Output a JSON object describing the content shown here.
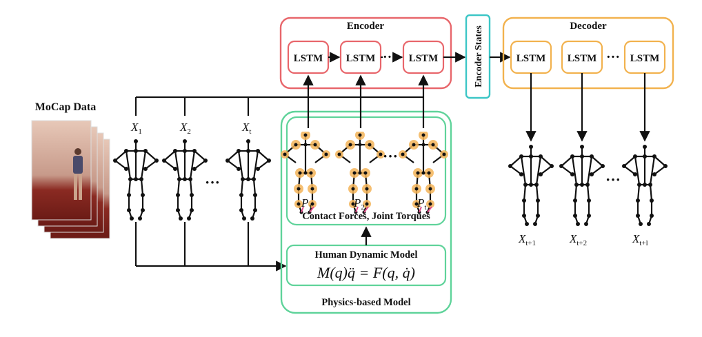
{
  "colors": {
    "encoder": "#e8666b",
    "decoder": "#f2b24e",
    "physics": "#5fd39a",
    "encoder_states": "#3cc6c6",
    "joint": "#f4b55a",
    "force": "#e0508a"
  },
  "mocap": {
    "title": "MoCap Data"
  },
  "input_vars": [
    {
      "base": "X",
      "sub": "1"
    },
    {
      "base": "X",
      "sub": "2"
    },
    {
      "base": "X",
      "sub": "t"
    }
  ],
  "output_vars": [
    {
      "base": "X",
      "sub": "t+1"
    },
    {
      "base": "X",
      "sub": "t+2"
    },
    {
      "base": "X",
      "sub": "t+l"
    }
  ],
  "physics_vars": [
    {
      "base": "P",
      "sub": "1"
    },
    {
      "base": "P",
      "sub": "2"
    },
    {
      "base": "P",
      "sub": "t"
    }
  ],
  "encoder": {
    "title": "Encoder",
    "cells": [
      "LSTM",
      "LSTM",
      "LSTM"
    ]
  },
  "decoder": {
    "title": "Decoder",
    "cells": [
      "LSTM",
      "LSTM",
      "LSTM"
    ]
  },
  "encoder_states": {
    "label": "Encoder States"
  },
  "physics": {
    "title": "Physics-based Model",
    "forces_label": "Contact Forces, Joint Torques",
    "dynamic_title": "Human Dynamic Model",
    "equation": "M(q)q̈ = F(q, q̇)"
  },
  "ellipsis": "···"
}
